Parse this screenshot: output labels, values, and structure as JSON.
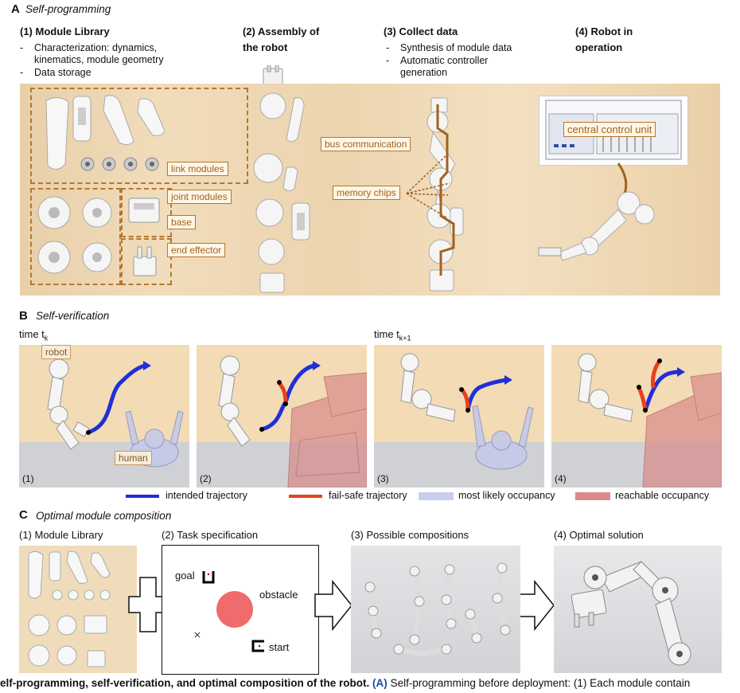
{
  "A": {
    "letter": "A",
    "title": "Self-programming",
    "col1": {
      "title": "(1) Module Library",
      "bullets": [
        "Characterization: dynamics,",
        "kinematics, module geometry",
        "Data storage"
      ],
      "dashes": [
        "-",
        "-"
      ]
    },
    "col2": {
      "title1": "(2) Assembly of",
      "title2": "the robot"
    },
    "col3": {
      "title": "(3) Collect data",
      "bullets": [
        "Synthesis of module data",
        "Automatic controller",
        "generation"
      ],
      "dashes": [
        "-",
        "-"
      ]
    },
    "col4": {
      "title1": "(4) Robot in",
      "title2": "operation"
    },
    "labels": {
      "link": "link modules",
      "joint": "joint modules",
      "base": "base",
      "effector": "end effector",
      "bus": "bus communication",
      "memory": "memory chips",
      "ccu": "central control unit"
    },
    "accent": "#b5772e"
  },
  "B": {
    "letter": "B",
    "title": "Self-verification",
    "time_k": "time t",
    "sub_k": "k",
    "time_k1": "time t",
    "sub_k1": "k+1",
    "robot": "robot",
    "human": "human",
    "panels": [
      "(1)",
      "(2)",
      "(3)",
      "(4)"
    ],
    "legend": [
      {
        "label": "intended trajectory",
        "color": "#1f2fd8"
      },
      {
        "label": "fail-safe trajectory",
        "color": "#e8401c"
      },
      {
        "label": "most likely occupancy",
        "color": "#c9cdf0"
      },
      {
        "label": "reachable occupancy",
        "color": "#d98a8a"
      }
    ]
  },
  "C": {
    "letter": "C",
    "title": "Optimal module composition",
    "p1": "(1) Module Library",
    "p2": "(2) Task specification",
    "p3": "(3) Possible compositions",
    "p4": "(4) Optimal solution",
    "goal": "goal",
    "obstacle": "obstacle",
    "start": "start",
    "obstacle_color": "#f06b6b"
  },
  "caption": {
    "bold": "elf-programming, self-verification, and optimal composition of the robot.",
    "rest_bold": "(A)",
    "rest": "Self-programming before deployment: (1) Each module contain"
  }
}
